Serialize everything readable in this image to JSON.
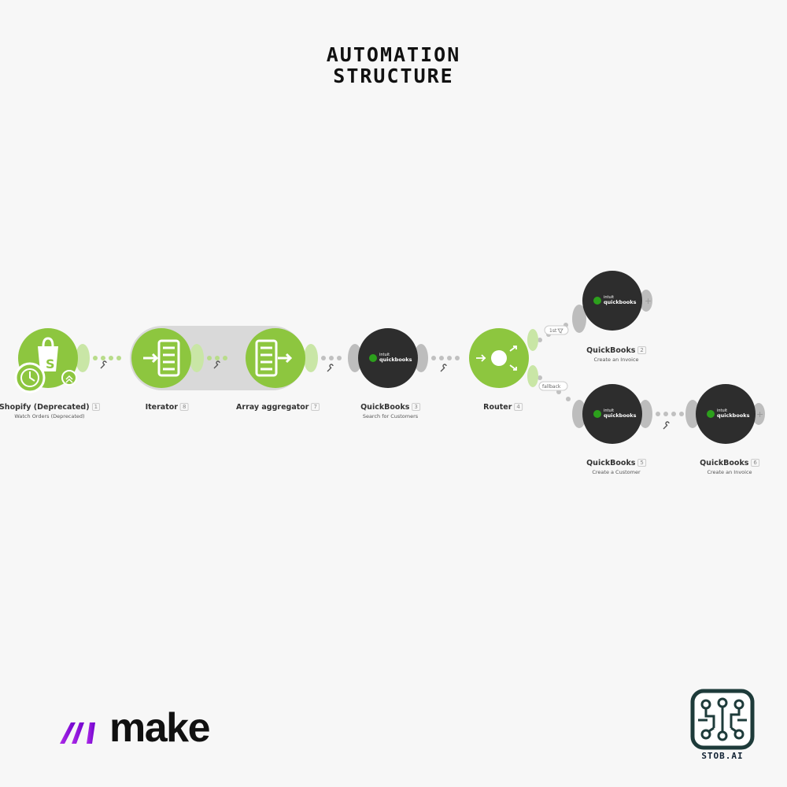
{
  "title": {
    "line1": "AUTOMATION",
    "line2": "STRUCTURE"
  },
  "colors": {
    "green": "#8dc63f",
    "dark": "#2d2d2d",
    "qb_green": "#2ca01c",
    "make_purple": "#6d00cc",
    "stob_teal": "#1e3b3a"
  },
  "modules": [
    {
      "name": "Shopify (Deprecated)",
      "num": "1",
      "sub": "Watch Orders (Deprecated)"
    },
    {
      "name": "Iterator",
      "num": "8",
      "sub": ""
    },
    {
      "name": "Array aggregator",
      "num": "7",
      "sub": ""
    },
    {
      "name": "QuickBooks",
      "num": "3",
      "sub": "Search for Customers"
    },
    {
      "name": "Router",
      "num": "4",
      "sub": ""
    },
    {
      "name": "QuickBooks",
      "num": "2",
      "sub": "Create an Invoice"
    },
    {
      "name": "QuickBooks",
      "num": "5",
      "sub": "Create a Customer"
    },
    {
      "name": "QuickBooks",
      "num": "6",
      "sub": "Create an Invoice"
    }
  ],
  "qb_logo": {
    "line1": "intuit",
    "line2": "quickbooks"
  },
  "route_labels": {
    "first": "1st",
    "fallback": "fallback"
  },
  "brand": {
    "make": "make",
    "stob": "STOB.AI"
  }
}
